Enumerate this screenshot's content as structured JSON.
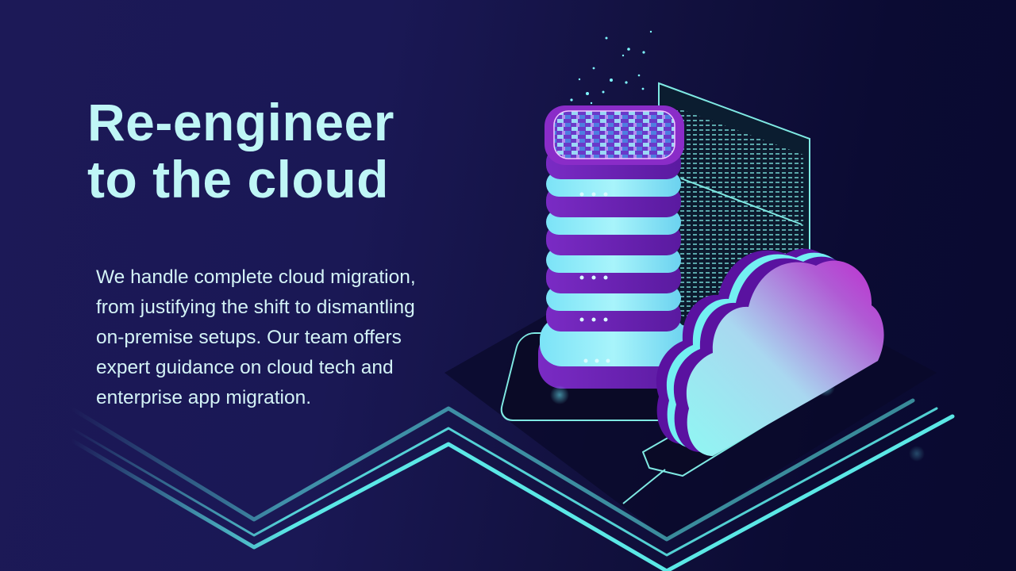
{
  "slide": {
    "headline": {
      "line1": "Re-engineer",
      "line2": "to the cloud"
    },
    "body_lines": [
      "We handle complete cloud migration,",
      "from justifying the shift to dismantling",
      "on-premise setups. Our team offers",
      "expert guidance on cloud tech and",
      "enterprise app migration."
    ]
  },
  "colors": {
    "background_left": "#1c1957",
    "background_right": "#090a30",
    "headline": "#bff6f6",
    "body_text": "#d4f3f6",
    "neon_cyan": "#5ff3ef",
    "purple": "#6a1ea8",
    "magenta": "#c02bd0"
  },
  "illustration": {
    "server_stack": "isometric-server-stack",
    "cloud": "isometric-cloud",
    "terminal": "code-terminal-panel",
    "circuit_lines": "neon-circuit-lines"
  }
}
